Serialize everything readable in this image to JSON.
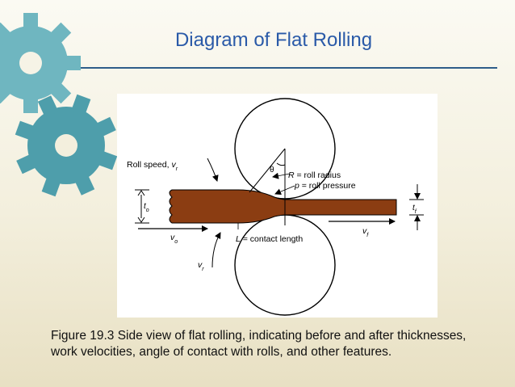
{
  "slide": {
    "title": "Diagram of Flat Rolling",
    "caption": "Figure 19.3  Side view of flat rolling, indicating before and after thicknesses, work velocities, angle of contact with rolls, and other features."
  },
  "diagram": {
    "labels": {
      "roll_speed": "Roll speed, ",
      "roll_speed_sym": "v",
      "roll_speed_sub": "r",
      "theta": "θ",
      "roll_radius_sym": "R",
      "roll_radius_text": " = roll radius",
      "roll_pressure_sym": "p",
      "roll_pressure_text": " = roll pressure",
      "to_sym": "t",
      "to_sub": "o",
      "tf_sym": "t",
      "tf_sub": "f",
      "vo_sym": "v",
      "vo_sub": "o",
      "vf_sym": "v",
      "vf_sub": "f",
      "vr_sym": "v",
      "vr_sub": "r",
      "contact_sym": "L",
      "contact_text": " = contact length"
    }
  },
  "colors": {
    "title": "#2a5aa8",
    "rule": "#2e5d8a",
    "gear": "#5ba8b4",
    "workpiece": "#8b3d12"
  }
}
